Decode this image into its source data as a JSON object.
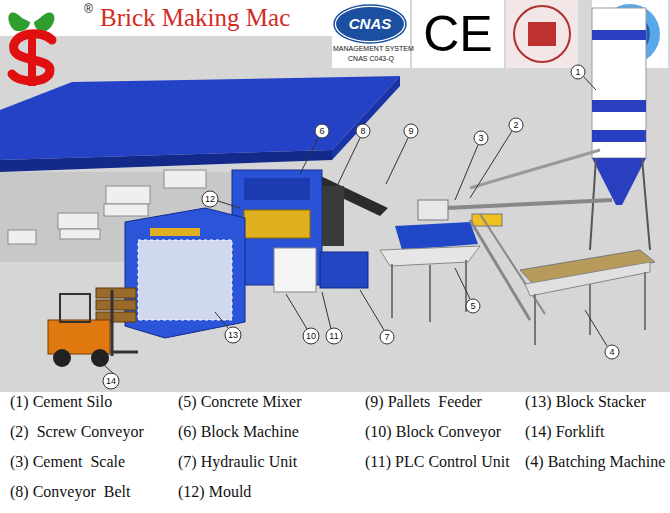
{
  "diagram": {
    "title": "Brick Making Mac",
    "labels": [
      "®",
      "CNAS",
      "MANAGEMENT SYSTEM",
      "CNAS C043-Q",
      "CE",
      "1",
      "2",
      "3",
      "4",
      "5",
      "6",
      "7",
      "8",
      "9",
      "10",
      "11",
      "12",
      "13",
      "14",
      "(1) Cement Silo",
      "(5) Concrete Mixer",
      "(9) Pallets  Feeder",
      "(13) Block Stacker",
      "(2)  Screw Conveyor",
      "(6) Block Machine",
      "(10) Block Conveyor",
      "(14) Forklift",
      "(3) Cement  Scale",
      "(7) Hydraulic Unit",
      "(11) PLC Control Unit",
      "(4) Batching Machine",
      "(8) Conveyor  Belt",
      "(12) Mould"
    ]
  }
}
